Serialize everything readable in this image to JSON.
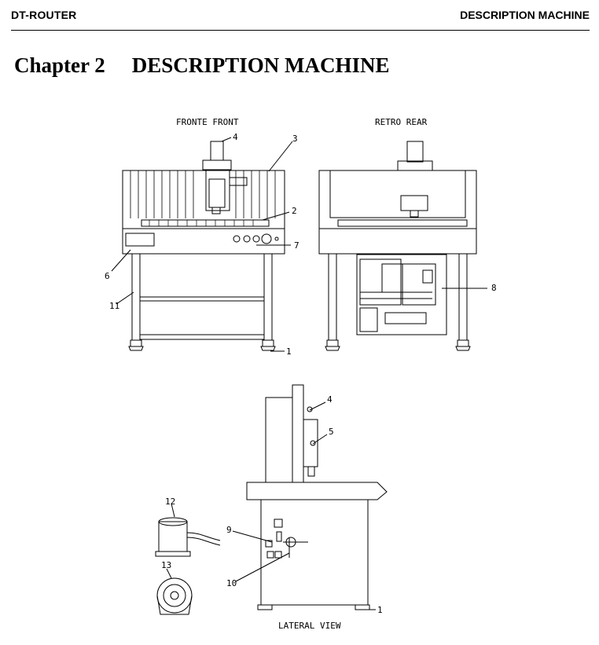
{
  "header": {
    "left": "DT-ROUTER",
    "right": "DESCRIPTION MACHINE"
  },
  "chapter": {
    "number": "Chapter 2",
    "title": "DESCRIPTION MACHINE"
  },
  "figure": {
    "front_caption": "FRONTE FRONT",
    "rear_caption": "RETRO REAR",
    "lateral_caption": "LATERAL VIEW",
    "callouts": {
      "c1a": "1",
      "c2": "2",
      "c3": "3",
      "c4a": "4",
      "c6": "6",
      "c7": "7",
      "c8": "8",
      "c11": "11",
      "c4b": "4",
      "c5": "5",
      "c9": "9",
      "c10": "10",
      "c12": "12",
      "c13": "13",
      "c1b": "1"
    }
  }
}
